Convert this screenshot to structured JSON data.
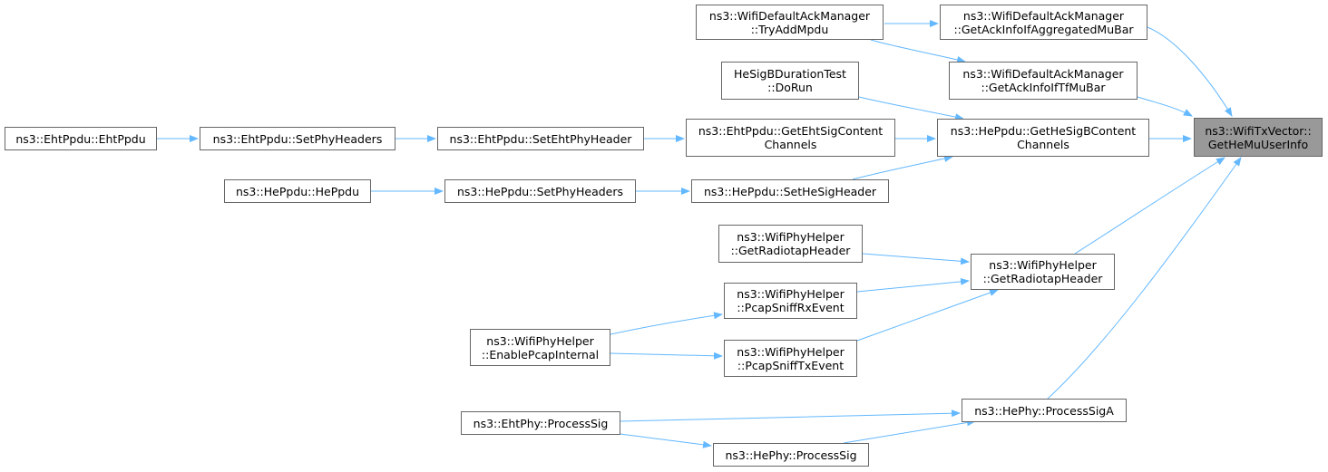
{
  "colors": {
    "edge": "#63b8ff",
    "node_border": "#666666",
    "focus_fill": "#999999",
    "background": "#ffffff"
  },
  "nodes": {
    "focus": {
      "lines": [
        "ns3::WifiTxVector::",
        "GetHeMuUserInfo"
      ]
    },
    "ack_agg_mubar": {
      "lines": [
        "ns3::WifiDefaultAckManager",
        "::GetAckInfoIfAggregatedMuBar"
      ]
    },
    "ack_tryadd": {
      "lines": [
        "ns3::WifiDefaultAckManager",
        "::TryAddMpdu"
      ]
    },
    "ack_tf_mubar": {
      "lines": [
        "ns3::WifiDefaultAckManager",
        "::GetAckInfoIfTfMuBar"
      ]
    },
    "hesigb_test": {
      "lines": [
        "HeSigBDurationTest",
        "::DoRun"
      ]
    },
    "heppdu_getsigb": {
      "lines": [
        "ns3::HePpdu::GetHeSigBContent",
        "Channels"
      ]
    },
    "ehtppdu_getsig": {
      "lines": [
        "ns3::EhtPpdu::GetEhtSigContent",
        "Channels"
      ]
    },
    "ehtppdu_setheader": {
      "lines": [
        "ns3::EhtPpdu::SetEhtPhyHeader"
      ]
    },
    "ehtppdu_setphy": {
      "lines": [
        "ns3::EhtPpdu::SetPhyHeaders"
      ]
    },
    "ehtppdu_ctor": {
      "lines": [
        "ns3::EhtPpdu::EhtPpdu"
      ]
    },
    "heppdu_setsig": {
      "lines": [
        "ns3::HePpdu::SetHeSigHeader"
      ]
    },
    "heppdu_setphy": {
      "lines": [
        "ns3::HePpdu::SetPhyHeaders"
      ]
    },
    "heppdu_ctor": {
      "lines": [
        "ns3::HePpdu::HePpdu"
      ]
    },
    "phyhelper_radio2": {
      "lines": [
        "ns3::WifiPhyHelper",
        "::GetRadiotapHeader"
      ]
    },
    "phyhelper_radio": {
      "lines": [
        "ns3::WifiPhyHelper",
        "::GetRadiotapHeader"
      ]
    },
    "phyhelper_rx": {
      "lines": [
        "ns3::WifiPhyHelper",
        "::PcapSniffRxEvent"
      ]
    },
    "phyhelper_tx": {
      "lines": [
        "ns3::WifiPhyHelper",
        "::PcapSniffTxEvent"
      ]
    },
    "phyhelper_pcap": {
      "lines": [
        "ns3::WifiPhyHelper",
        "::EnablePcapInternal"
      ]
    },
    "hephy_sigA": {
      "lines": [
        "ns3::HePhy::ProcessSigA"
      ]
    },
    "ehtphy_sig": {
      "lines": [
        "ns3::EhtPhy::ProcessSig"
      ]
    },
    "hephy_sig": {
      "lines": [
        "ns3::HePhy::ProcessSig"
      ]
    }
  }
}
